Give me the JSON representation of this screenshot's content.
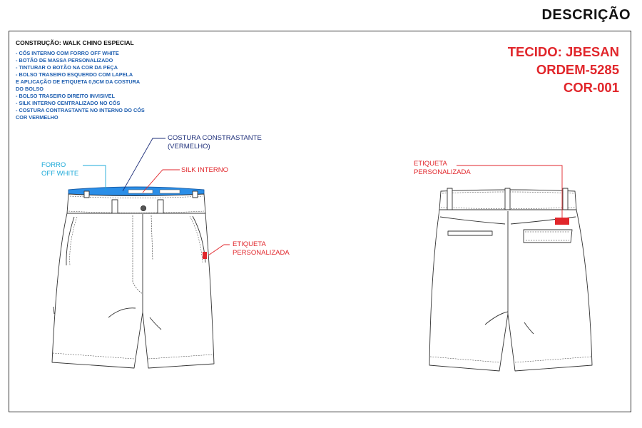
{
  "page": {
    "title": "DESCRIÇÃO"
  },
  "construction": {
    "title": "CONSTRUÇÃO: WALK CHINO ESPECIAL",
    "items": [
      "- CÓS INTERNO COM FORRO OFF WHITE",
      "- BOTÃO DE MASSA PERSONALIZADO",
      "- TINTURAR O BOTÃO NA COR DA PEÇA",
      "- BOLSO TRASEIRO ESQUERDO COM LAPELA",
      "E APLICAÇÃO DE ETIQUETA 0,5CM DA COSTURA",
      "DO BOLSO",
      "- BOLSO TRASEIRO DIREITO INVISIVEL",
      "- SILK INTERNO CENTRALIZADO NO CÓS",
      "- COSTURA CONTRASTANTE NO INTERNO DO CÓS",
      "COR VERMELHO"
    ]
  },
  "spec": {
    "fabric": "TECIDO: JBESAN",
    "order": "ORDEM-5285",
    "color": "COR-001"
  },
  "callouts": {
    "contrast_stitch": {
      "line1": "COSTURA CONSTRASTANTE",
      "line2": "(VERMELHO)"
    },
    "lining": {
      "line1": "FORRO",
      "line2": "OFF WHITE"
    },
    "silk": "SILK INTERNO",
    "front_label": {
      "line1": "ETIQUETA",
      "line2": "PERSONALIZADA"
    },
    "back_label": {
      "line1": "ETIQUETA",
      "line2": "PERSONALIZADA"
    }
  },
  "colors": {
    "navy": "#1e2f7a",
    "cyan": "#1ba9d8",
    "red": "#e1262b",
    "lining_blue": "#2a8ee8",
    "construction_blue": "#1f5fb0"
  }
}
